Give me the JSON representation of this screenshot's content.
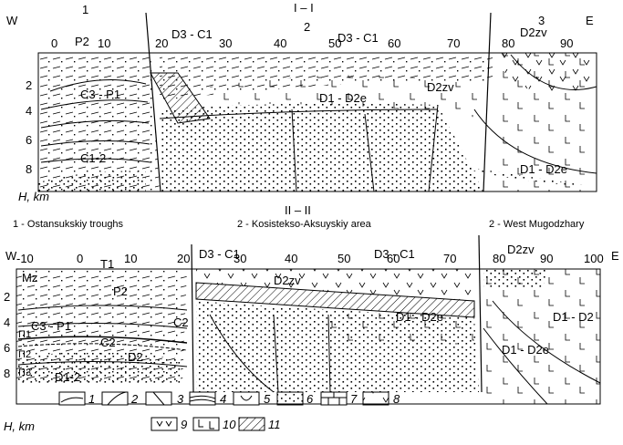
{
  "section1": {
    "title": "I – I",
    "west": "W",
    "east": "E",
    "zone_numbers": [
      "1",
      "2",
      "3"
    ],
    "x_ticks": [
      "0",
      "10",
      "20",
      "30",
      "40",
      "50",
      "60",
      "70",
      "80",
      "90"
    ],
    "depth_ticks": [
      "2",
      "4",
      "6",
      "8"
    ],
    "depth_label": "H, km",
    "unit_labels": [
      "P2",
      "C3 - P1",
      "C1-2",
      "D3 - C1",
      "D3 - C1",
      "D1 - D2e",
      "D2zv",
      "D2zv",
      "D1 - D2e"
    ],
    "zone_captions": [
      "1 - Ostansukskiy troughs",
      "2 - Kosistekso-Aksuyskiy area",
      "2 - West Mugodzhary"
    ]
  },
  "section2": {
    "title": "II – II",
    "west": "W",
    "east": "E",
    "x_ticks": [
      "-10",
      "0",
      "10",
      "20",
      "30",
      "40",
      "50",
      "60",
      "70",
      "80",
      "90",
      "100"
    ],
    "depth_ticks": [
      "2",
      "4",
      "6",
      "8"
    ],
    "depth_label": "H, km",
    "unit_labels": [
      "Mz",
      "T1",
      "P2",
      "C3 - P1",
      "C2",
      "C2",
      "D2",
      "D1-2",
      "D3 - C1",
      "D2zv",
      "D3 - C1",
      "D1 - D2e",
      "D2zv",
      "D1 - D2",
      "D1 - D2e"
    ],
    "side_labels": [
      "Π1",
      "Π2",
      "Π3"
    ]
  },
  "legend": {
    "items": [
      "1",
      "2",
      "3",
      "4",
      "5",
      "6",
      "7",
      "8",
      "9",
      "10",
      "11"
    ]
  }
}
